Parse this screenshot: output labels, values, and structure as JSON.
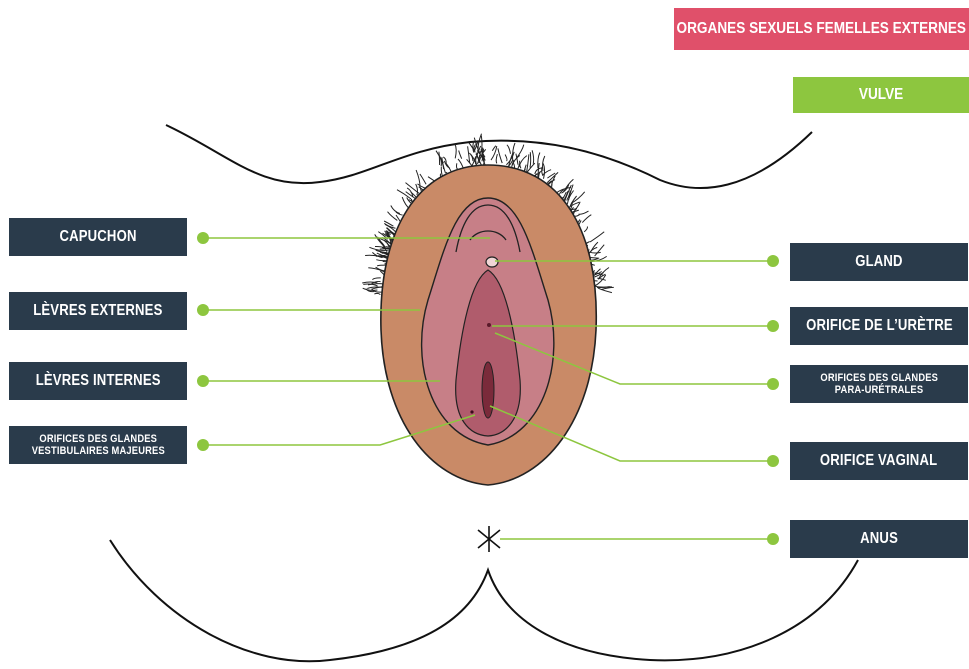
{
  "header": {
    "title": "ORGANES SEXUELS FEMELLES EXTERNES",
    "subtitle": "VULVE"
  },
  "labels": {
    "capuchon": "CAPUCHON",
    "levres_externes": "LÈVRES EXTERNES",
    "levres_internes": "LÈVRES INTERNES",
    "glandes_vestibulaires_1": "ORIFICES DES GLANDES",
    "glandes_vestibulaires_2": "VESTIBULAIRES MAJEURES",
    "gland": "GLAND",
    "uretre": "ORIFICE DE L’URÈTRE",
    "para_uretrales_1": "ORIFICES DES GLANDES",
    "para_uretrales_2": "PARA-URÉTRALES",
    "vaginal": "ORIFICE VAGINAL",
    "anus": "ANUS"
  },
  "colors": {
    "title_bg": "#e0506a",
    "subtitle_bg": "#8dc63f",
    "label_bg": "#2a3b4b",
    "leader_line": "#8dc63f",
    "outer_skin": "#c98a67",
    "inner_labia": "#c77f87",
    "vestibule": "#b05c6c",
    "vaginal_opening": "#7a2a3a"
  }
}
